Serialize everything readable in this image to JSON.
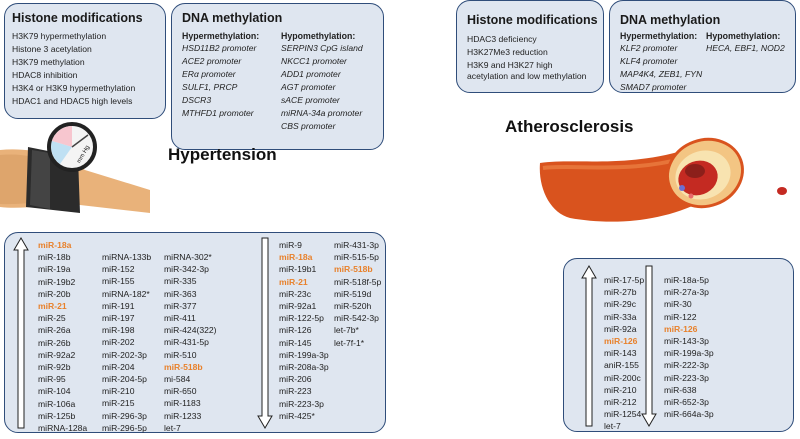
{
  "hypertension": {
    "histone": {
      "title": "Histone modifications",
      "items": [
        "H3K79 hypermethylation",
        "Histone 3 acetylation",
        "H3K79  methylation",
        "HDAC8 inhibition",
        "H3K4 or H3K9 hypermethylation",
        "HDAC1 and HDAC5 high levels"
      ]
    },
    "dna": {
      "title": "DNA methylation",
      "hyper_title": "Hypermethylation:",
      "hyper": [
        "HSD11B2 promoter",
        "ACE2 promoter",
        "ERα promoter",
        "SULF1, PRCP",
        "DSCR3",
        "MTHFD1 promoter"
      ],
      "hypo_title": "Hypomethylation:",
      "hypo": [
        "SERPIN3 CpG island",
        "NKCC1 promoter",
        "ADD1 promoter",
        "AGT promoter",
        "sACE promoter",
        "miRNA-34a promoter",
        "CBS promoter"
      ]
    },
    "label": "Hypertension",
    "cuff_label": "mm Hg",
    "mirna": {
      "up_col1": [
        "miR-18a",
        "miR-18b",
        "miR-19a",
        "miR-19b2",
        "miR-20b",
        "miR-21",
        "miR-25",
        "miR-26a",
        "miR-26b",
        "miR-92a2",
        "miR-92b",
        "miR-95",
        "miR-104",
        "miR-106a",
        "miR-125b",
        "miRNA-128a"
      ],
      "up_col1_highlight": [
        "miR-18a",
        "miR-21"
      ],
      "up_col2": [
        "miRNA-133b",
        "miR-152",
        "miR-155",
        "miRNA-182*",
        "miR-191",
        "miR-197",
        "miR-198",
        "miR-202",
        "miR-202-3p",
        "miR-204",
        "miR-204-5p",
        "miR-210",
        "miR-215",
        "miR-296-3p",
        "miR-296-5p"
      ],
      "up_col3": [
        "miRNA-302*",
        "miR-342-3p",
        "miR-335",
        "miR-363",
        "miR-377",
        "miR-411",
        "miR-424(322)",
        "miR-431-5p",
        "miR-510",
        "miR-518b",
        "mi-584",
        "miR-650",
        "miR-1183",
        "miR-1233",
        "let-7"
      ],
      "up_col3_highlight": [
        "miR-518b"
      ],
      "down_col1": [
        "miR-9",
        "miR-18a",
        "miR-19b1",
        "miR-21",
        "miR-23c",
        "miR-92a1",
        "miR-122-5p",
        "miR-126",
        "miR-145",
        "miR-199a-3p",
        "miR-208a-3p",
        "miR-206",
        "miR-223",
        "miR-223-3p",
        "miR-425*"
      ],
      "down_col1_highlight": [
        "miR-18a",
        "miR-21"
      ],
      "down_col2": [
        "miR-431-3p",
        "miR-515-5p",
        "miR-518b",
        "miR-518f-5p",
        "miR-519d",
        "miR-520h",
        "miR-542-3p",
        "let-7b*",
        "let-7f-1*"
      ],
      "down_col2_highlight": [
        "miR-518b"
      ]
    }
  },
  "atherosclerosis": {
    "histone": {
      "title": "Histone modifications",
      "items": [
        "HDAC3 deficiency",
        "H3K27Me3 reduction",
        "H3K9 and H3K27 high",
        "acetylation and low methylation"
      ]
    },
    "dna": {
      "title": "DNA methylation",
      "hyper_title": "Hypermethylation:",
      "hyper": [
        "KLF2 promoter",
        "KLF4 promoter",
        "MAP4K4, ZEB1, FYN",
        "SMAD7 promoter"
      ],
      "hypo_title": "Hypomethylation:",
      "hypo": [
        "HECA, EBF1, NOD2"
      ]
    },
    "label": "Atherosclerosis",
    "mirna": {
      "up": [
        "miR-17-5p",
        "miR-27b",
        "miR-29c",
        "miR-33a",
        "miR-92a",
        "miR-126",
        "miR-143",
        "aniR-155",
        "miR-200c",
        "miR-210",
        "miR-212",
        "miR-1254",
        "let-7"
      ],
      "up_highlight": [
        "miR-126"
      ],
      "down": [
        "miR-18a-5p",
        "miR-27a-3p",
        "miR-30",
        "miR-122",
        "miR-126",
        "miR-143-3p",
        "miR-199a-3p",
        "miR-222-3p",
        "miR-223-3p",
        "miR-638",
        "miR-652-3p",
        "miR-664a-3p"
      ],
      "down_highlight": [
        "miR-126"
      ]
    }
  },
  "colors": {
    "highlight": "#e8812b",
    "box_fill": "#dfe6f0",
    "box_border": "#2f4d7a",
    "artery": "#d9531e"
  }
}
